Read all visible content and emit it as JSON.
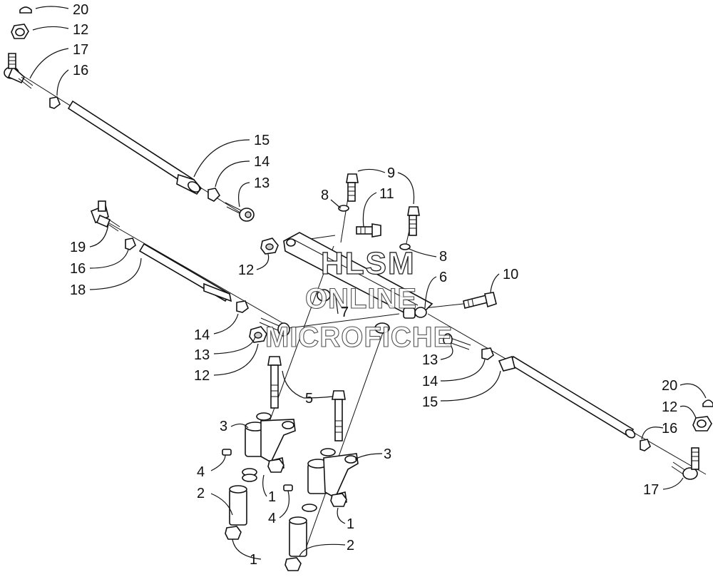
{
  "callouts": [
    {
      "id": "c20a",
      "text": "20"
    },
    {
      "id": "c12a",
      "text": "12"
    },
    {
      "id": "c17a",
      "text": "17"
    },
    {
      "id": "c16a",
      "text": "16"
    },
    {
      "id": "c15a",
      "text": "15"
    },
    {
      "id": "c14a",
      "text": "14"
    },
    {
      "id": "c13a",
      "text": "13"
    },
    {
      "id": "c9",
      "text": "9"
    },
    {
      "id": "c8a",
      "text": "8"
    },
    {
      "id": "c11",
      "text": "11"
    },
    {
      "id": "c8b",
      "text": "8"
    },
    {
      "id": "c6",
      "text": "6"
    },
    {
      "id": "c10",
      "text": "10"
    },
    {
      "id": "c12b",
      "text": "12"
    },
    {
      "id": "c19",
      "text": "19"
    },
    {
      "id": "c16b",
      "text": "16"
    },
    {
      "id": "c18",
      "text": "18"
    },
    {
      "id": "c7",
      "text": "7"
    },
    {
      "id": "c14b",
      "text": "14"
    },
    {
      "id": "c13b",
      "text": "13"
    },
    {
      "id": "c12c",
      "text": "12"
    },
    {
      "id": "c13c",
      "text": "13"
    },
    {
      "id": "c14c",
      "text": "14"
    },
    {
      "id": "c15b",
      "text": "15"
    },
    {
      "id": "c20b",
      "text": "20"
    },
    {
      "id": "c12d",
      "text": "12"
    },
    {
      "id": "c16c",
      "text": "16"
    },
    {
      "id": "c17b",
      "text": "17"
    },
    {
      "id": "c5",
      "text": "5"
    },
    {
      "id": "c3a",
      "text": "3"
    },
    {
      "id": "c3b",
      "text": "3"
    },
    {
      "id": "c4a",
      "text": "4"
    },
    {
      "id": "c1a",
      "text": "1"
    },
    {
      "id": "c2a",
      "text": "2"
    },
    {
      "id": "c4b",
      "text": "4"
    },
    {
      "id": "c1b",
      "text": "1"
    },
    {
      "id": "c2b",
      "text": "2"
    },
    {
      "id": "c1c",
      "text": "1"
    }
  ],
  "watermark": {
    "line1": "HLSM",
    "line2": "ONLINE",
    "line3": "MICROFICHE"
  }
}
